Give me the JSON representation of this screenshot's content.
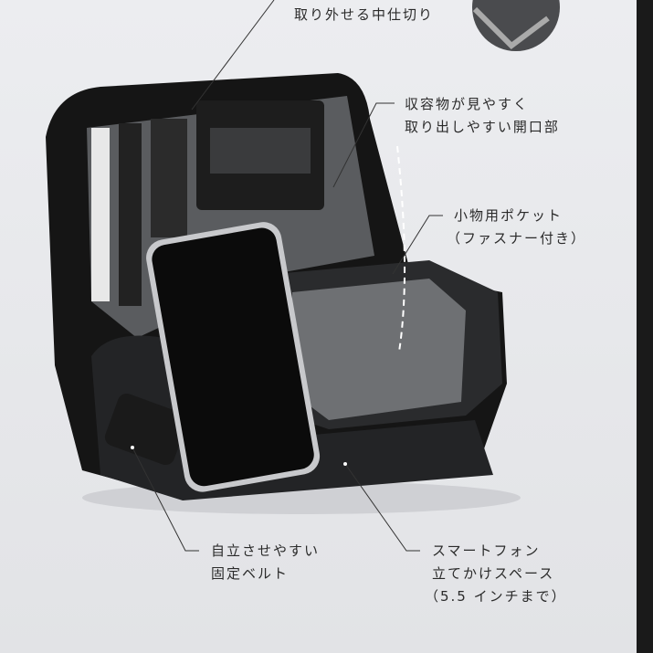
{
  "callouts": {
    "divider": "取り外せる中仕切り",
    "opening": [
      "収容物が見やすく",
      "取り出しやすい開口部"
    ],
    "pocket": [
      "小物用ポケット",
      "（ファスナー付き）"
    ],
    "belt": [
      "自立させやすい",
      "固定ベルト"
    ],
    "phone": [
      "スマートフォン",
      "立てかけスペース",
      "（5.5 インチまで）"
    ]
  }
}
